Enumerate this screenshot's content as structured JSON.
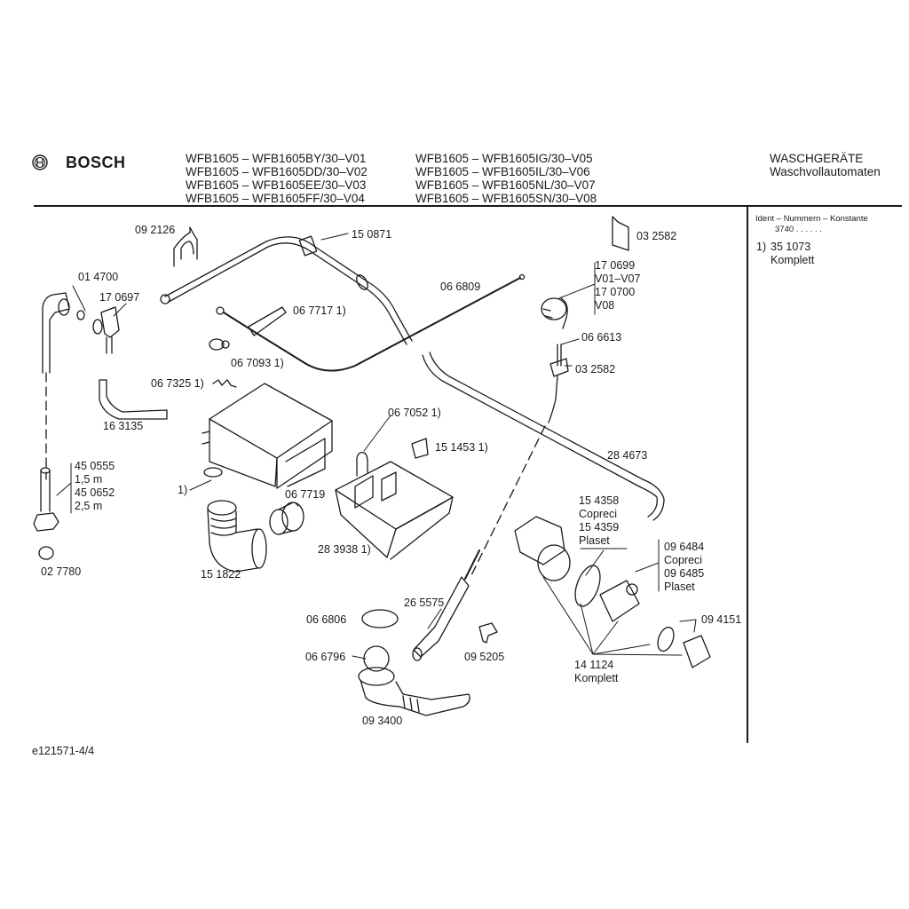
{
  "header": {
    "brand": "BOSCH",
    "models_left": [
      "WFB1605 – WFB1605BY/30–V01",
      "WFB1605 – WFB1605DD/30–V02",
      "WFB1605 – WFB1605EE/30–V03",
      "WFB1605 – WFB1605FF/30–V04"
    ],
    "models_right": [
      "WFB1605 – WFB1605IG/30–V05",
      "WFB1605 – WFB1605IL/30–V06",
      "WFB1605 – WFB1605NL/30–V07",
      "WFB1605 – WFB1605SN/30–V08"
    ],
    "category": "WASCHGERÄTE",
    "subcategory": "Waschvollautomaten"
  },
  "sidebar": {
    "ident_title": "Ident – Nummern – Konstante",
    "ident_value": "3740 . .   . . . .",
    "notes": [
      {
        "marker": "1)",
        "part": "35 1073",
        "desc": "Komplett"
      }
    ]
  },
  "parts": {
    "p092126": "09 2126",
    "p150871": "15 0871",
    "p014700": "01 4700",
    "p170697": "17 0697",
    "p066809": "06 6809",
    "p067717": "06 7717 1)",
    "p067093": "06 7093 1)",
    "p067325": "06 7325 1)",
    "p163135": "16 3135",
    "p067052": "06 7052 1)",
    "p151453": "15 1453 1)",
    "p450555": [
      "45 0555",
      "1,5 m",
      "45 0652",
      "2,5 m"
    ],
    "p_one": "1)",
    "p067719": "06 7719",
    "p283938": "28 3938 1)",
    "p151822": "15 1822",
    "p027780": "02 7780",
    "p032582a": "03 2582",
    "p170699": [
      "17 0699",
      "V01–V07",
      "17 0700",
      "V08"
    ],
    "p066613": "06 6613",
    "p032582b": "03 2582",
    "p284673": "28 4673",
    "p154358": [
      "15 4358",
      "Copreci",
      "15 4359",
      "Plaset"
    ],
    "p096484": [
      "09 6484",
      "Copreci",
      "09 6485",
      "Plaset"
    ],
    "p094151": "09 4151",
    "p141124": [
      "14 1124",
      "Komplett"
    ],
    "p265575": "26 5575",
    "p066806": "06 6806",
    "p066796": "06 6796",
    "p095205": "09 5205",
    "p093400": "09 3400"
  },
  "footer": {
    "doc_id": "e121571-4/4"
  }
}
